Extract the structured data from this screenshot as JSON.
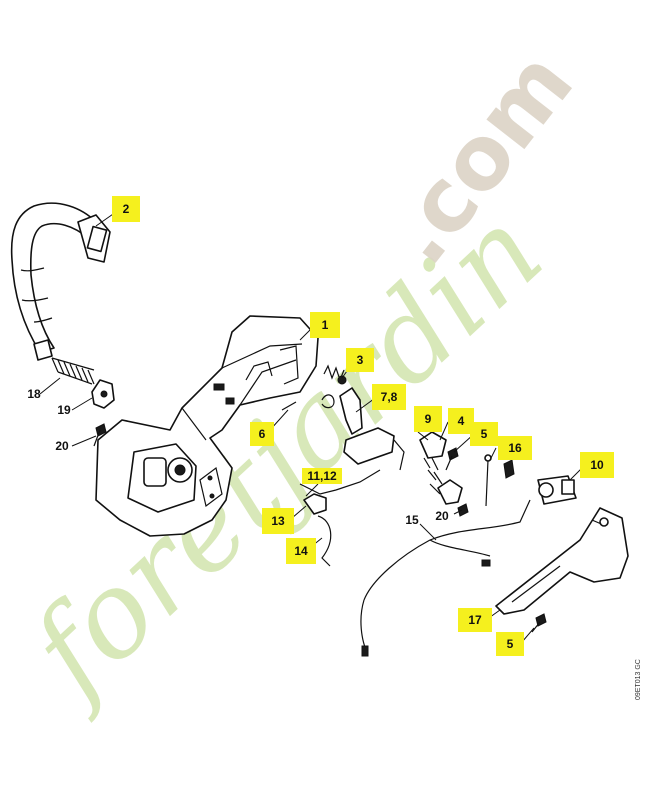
{
  "watermark": {
    "text1": "foretjardin",
    "text2": ".com",
    "color1": "#cfe3a8",
    "color2": "#dcd3c6"
  },
  "diagram_code": "09ET013 GC",
  "highlight_color": "#f5f01e",
  "labels": {
    "l1": "1",
    "l2": "2",
    "l3": "3",
    "l4": "4",
    "l5a": "5",
    "l5b": "5",
    "l6": "6",
    "l78": "7,8",
    "l9": "9",
    "l10": "10",
    "l1112": "11,12",
    "l13": "13",
    "l14": "14",
    "l15": "15",
    "l16": "16",
    "l17": "17",
    "l18": "18",
    "l19": "19",
    "l20a": "20",
    "l20b": "20"
  }
}
